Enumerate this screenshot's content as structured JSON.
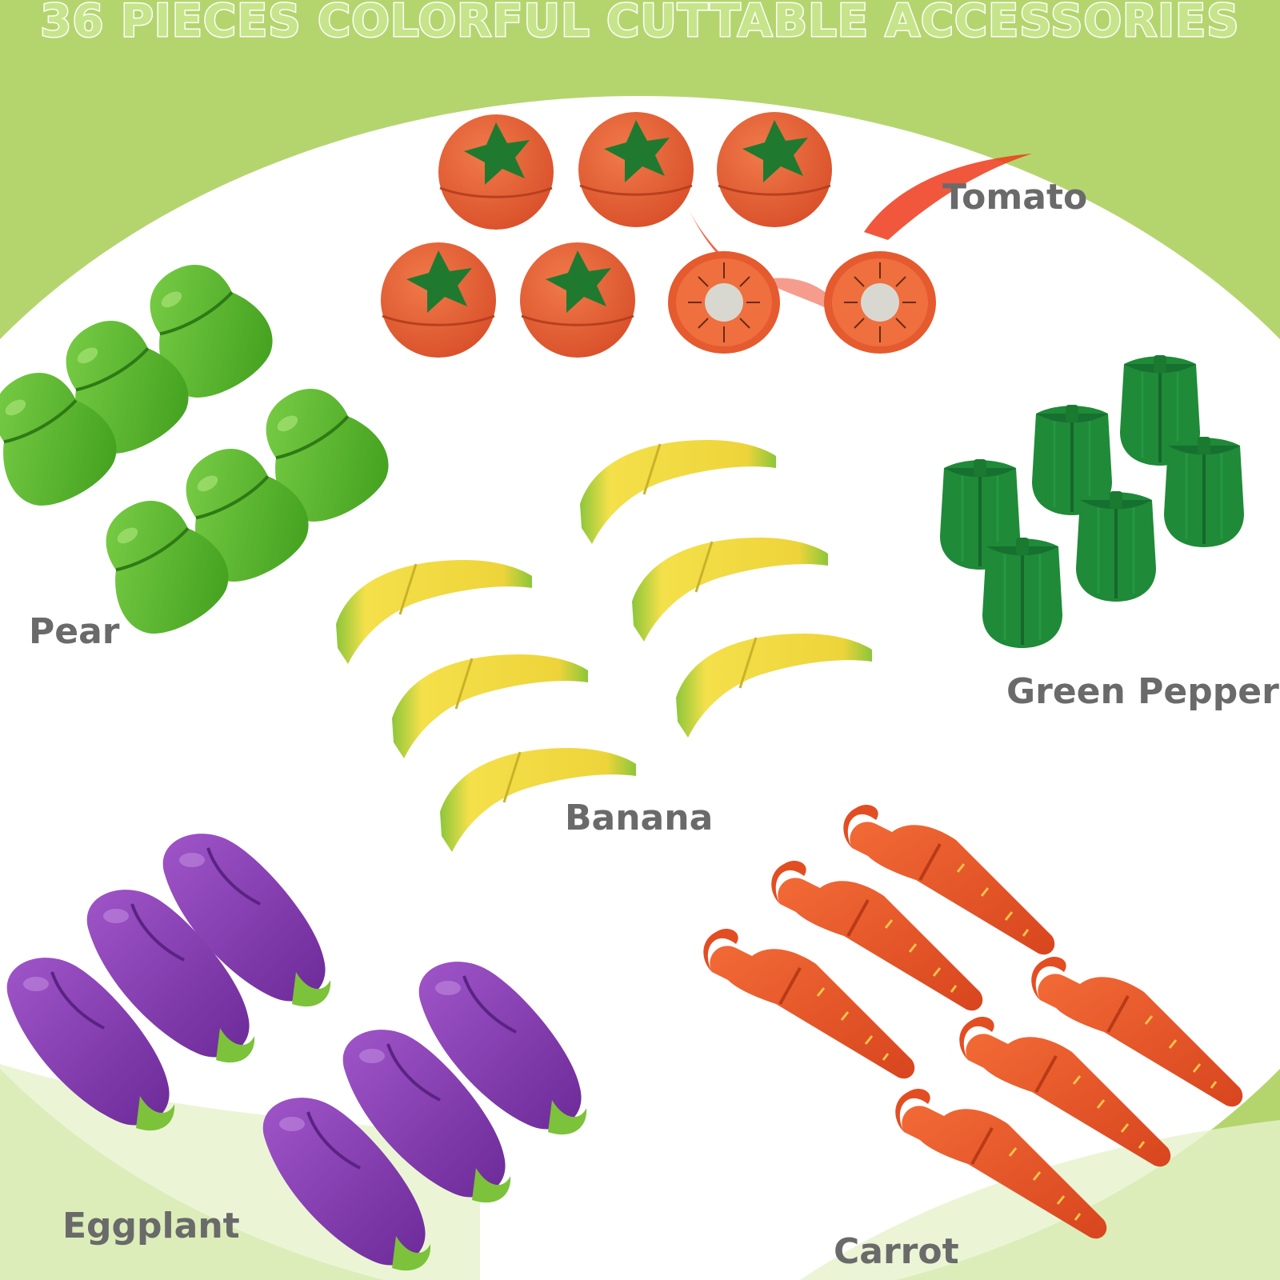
{
  "headline": "36 PIECES COLORFUL CUTTABLE ACCESSORIES",
  "items": [
    {
      "key": "tomato",
      "label": "Tomato",
      "color": "#e8582e"
    },
    {
      "key": "pear",
      "label": "Pear",
      "color": "#5fbf2c"
    },
    {
      "key": "green_pepper",
      "label": "Green Pepper",
      "color": "#1f8a38"
    },
    {
      "key": "banana",
      "label": "Banana",
      "color": "#efd93a"
    },
    {
      "key": "eggplant",
      "label": "Eggplant",
      "color": "#8a3fb4"
    },
    {
      "key": "carrot",
      "label": "Carrot",
      "color": "#ea5a2c"
    }
  ],
  "colors": {
    "background_green": "#b4d56e",
    "white_area": "#ffffff",
    "headline_fill": "#c6e48a",
    "label_text": "#6a6a6a"
  }
}
